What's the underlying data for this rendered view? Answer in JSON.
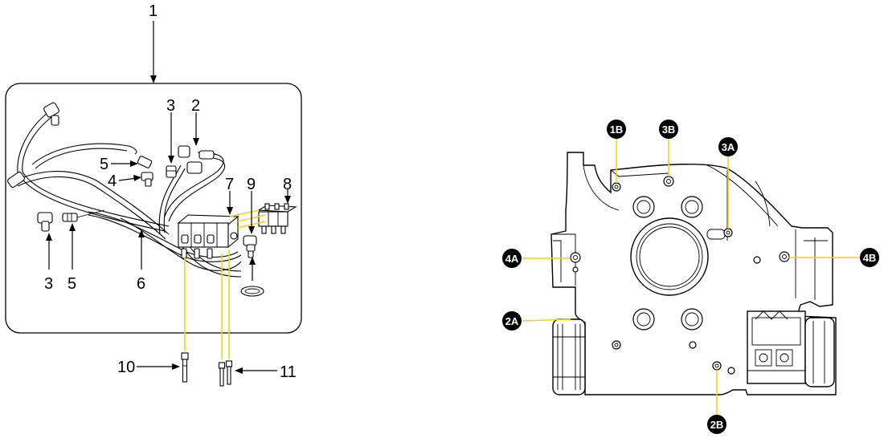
{
  "left_panel": {
    "callouts": [
      {
        "id": "c1",
        "label": "1"
      },
      {
        "id": "c2",
        "label": "2"
      },
      {
        "id": "c3a",
        "label": "3"
      },
      {
        "id": "c3b",
        "label": "3"
      },
      {
        "id": "c4",
        "label": "4"
      },
      {
        "id": "c5a",
        "label": "5"
      },
      {
        "id": "c5b",
        "label": "5"
      },
      {
        "id": "c6",
        "label": "6"
      },
      {
        "id": "c7",
        "label": "7"
      },
      {
        "id": "c8",
        "label": "8"
      },
      {
        "id": "c9",
        "label": "9"
      },
      {
        "id": "c10",
        "label": "10"
      },
      {
        "id": "c11",
        "label": "11"
      }
    ]
  },
  "right_panel": {
    "badges": [
      {
        "id": "b1B",
        "label": "1B"
      },
      {
        "id": "b3B",
        "label": "3B"
      },
      {
        "id": "b3A",
        "label": "3A"
      },
      {
        "id": "b4A",
        "label": "4A"
      },
      {
        "id": "b4B",
        "label": "4B"
      },
      {
        "id": "b2A",
        "label": "2A"
      },
      {
        "id": "b2B",
        "label": "2B"
      }
    ]
  },
  "colors": {
    "leader_highlight": "#f2d21a",
    "badge_fill": "#000000",
    "badge_text": "#ffffff",
    "line": "#000000"
  }
}
